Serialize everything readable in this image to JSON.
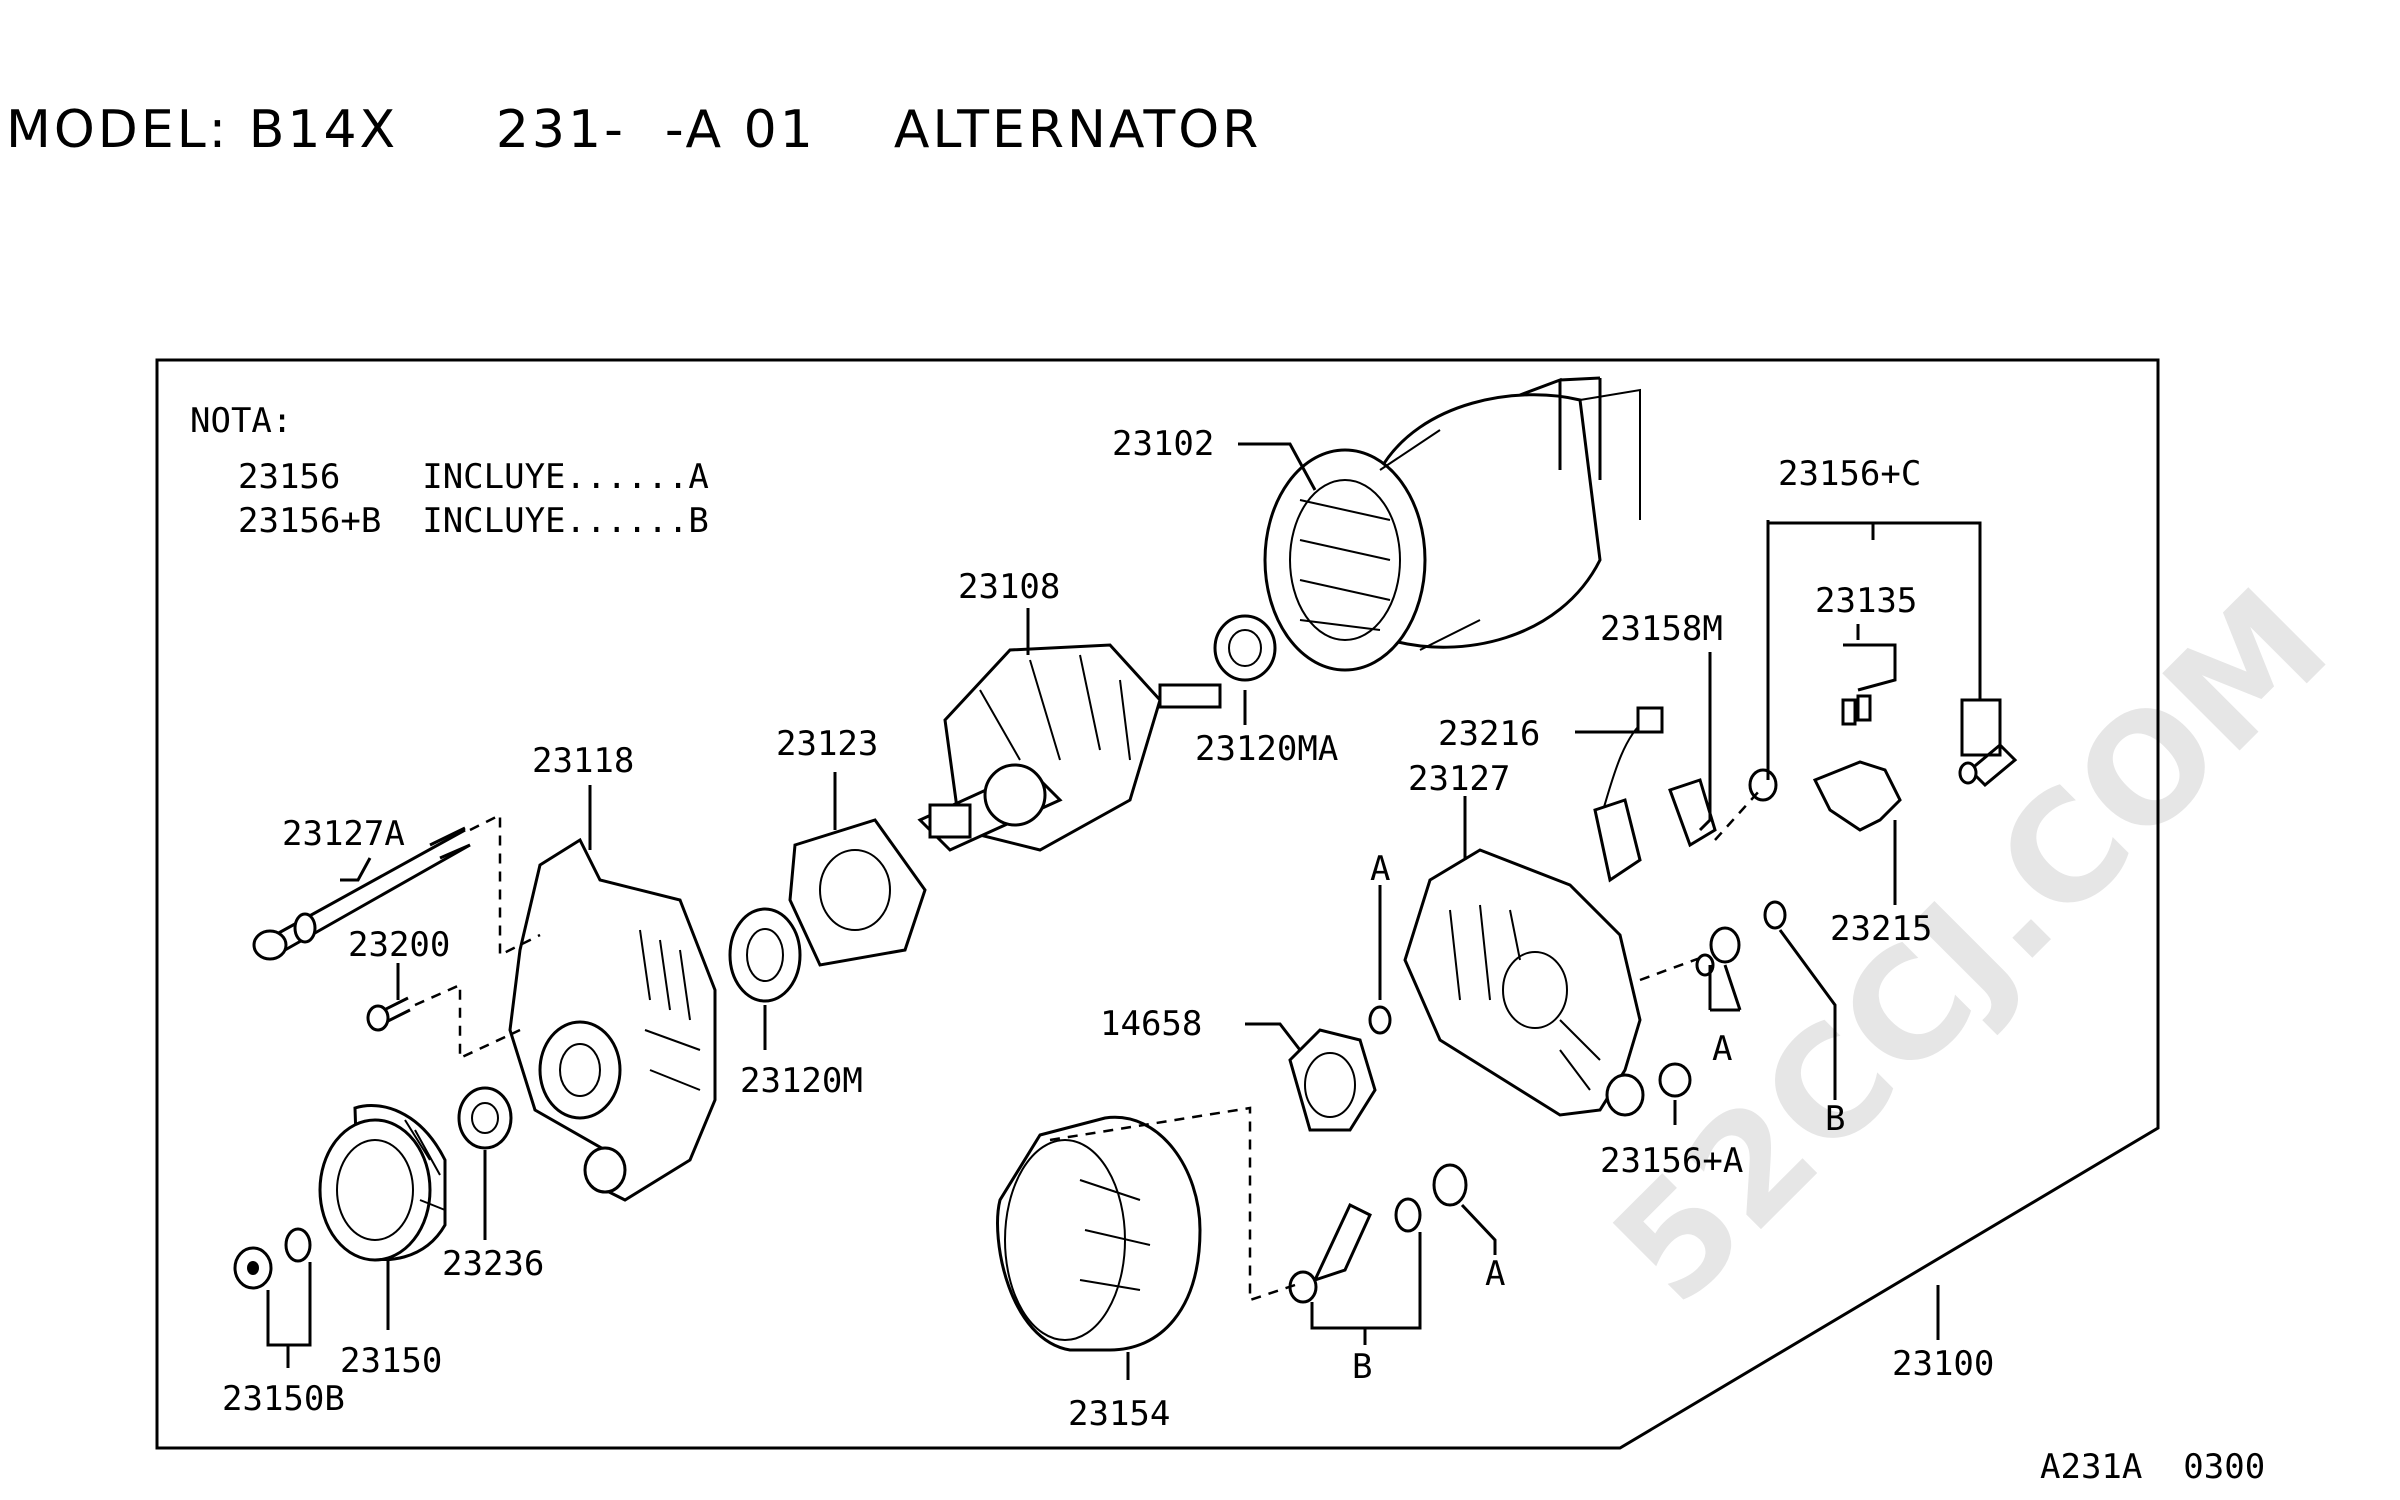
{
  "header": {
    "title": "MODEL: B14X     231-  -A 01    ALTERNATOR"
  },
  "note": {
    "heading": "NOTA:",
    "lines": [
      "23156    INCLUYE......A",
      "23156+B  INCLUYE......B"
    ]
  },
  "watermark": "52CCJ.COM",
  "footer_code": "A231A  0300",
  "parts": {
    "p23102": "23102",
    "p23108": "23108",
    "p23156C": "23156+C",
    "p23135": "23135",
    "p23158M": "23158M",
    "p23216": "23216",
    "p23127": "23127",
    "p23120MA": "23120MA",
    "p23123": "23123",
    "p23118": "23118",
    "p23127A": "23127A",
    "p23200": "23200",
    "p23120M": "23120M",
    "p14658": "14658",
    "p23215": "23215",
    "p23156A": "23156+A",
    "p23236": "23236",
    "p23150": "23150",
    "p23150B": "23150B",
    "p23154": "23154",
    "p23100": "23100"
  },
  "refs": {
    "a1": "A",
    "a2": "A",
    "a3": "A",
    "b1": "B",
    "b2": "B"
  }
}
